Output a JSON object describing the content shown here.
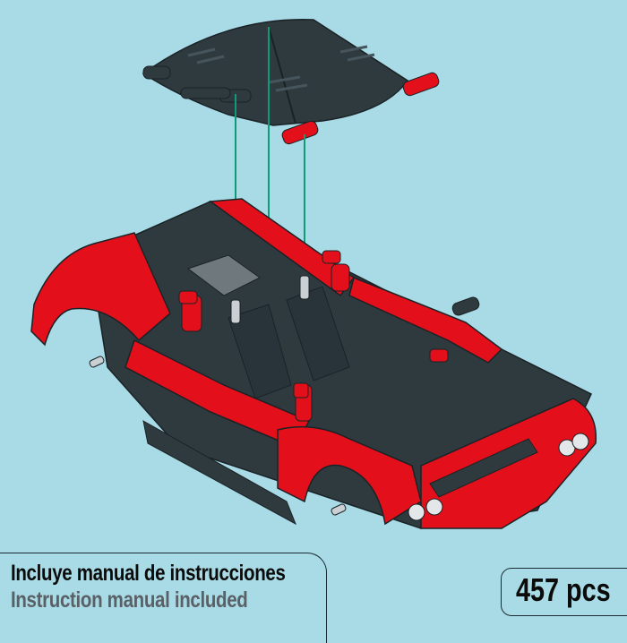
{
  "image": {
    "subject": "Exploded assembly illustration of a red and dark-gray technic-style building-block car with a removable roof panel",
    "background_color": "#a9dbe6",
    "colors": {
      "body_red": "#e3101b",
      "frame_dark": "#2f3a3f",
      "guide_line_green": "#0f9a78",
      "light_gray_part": "#c9cfd2"
    }
  },
  "caption": {
    "spanish": "Incluye manual de instrucciones",
    "english": "Instruction manual included"
  },
  "piece_count": {
    "label": "457 pcs"
  }
}
